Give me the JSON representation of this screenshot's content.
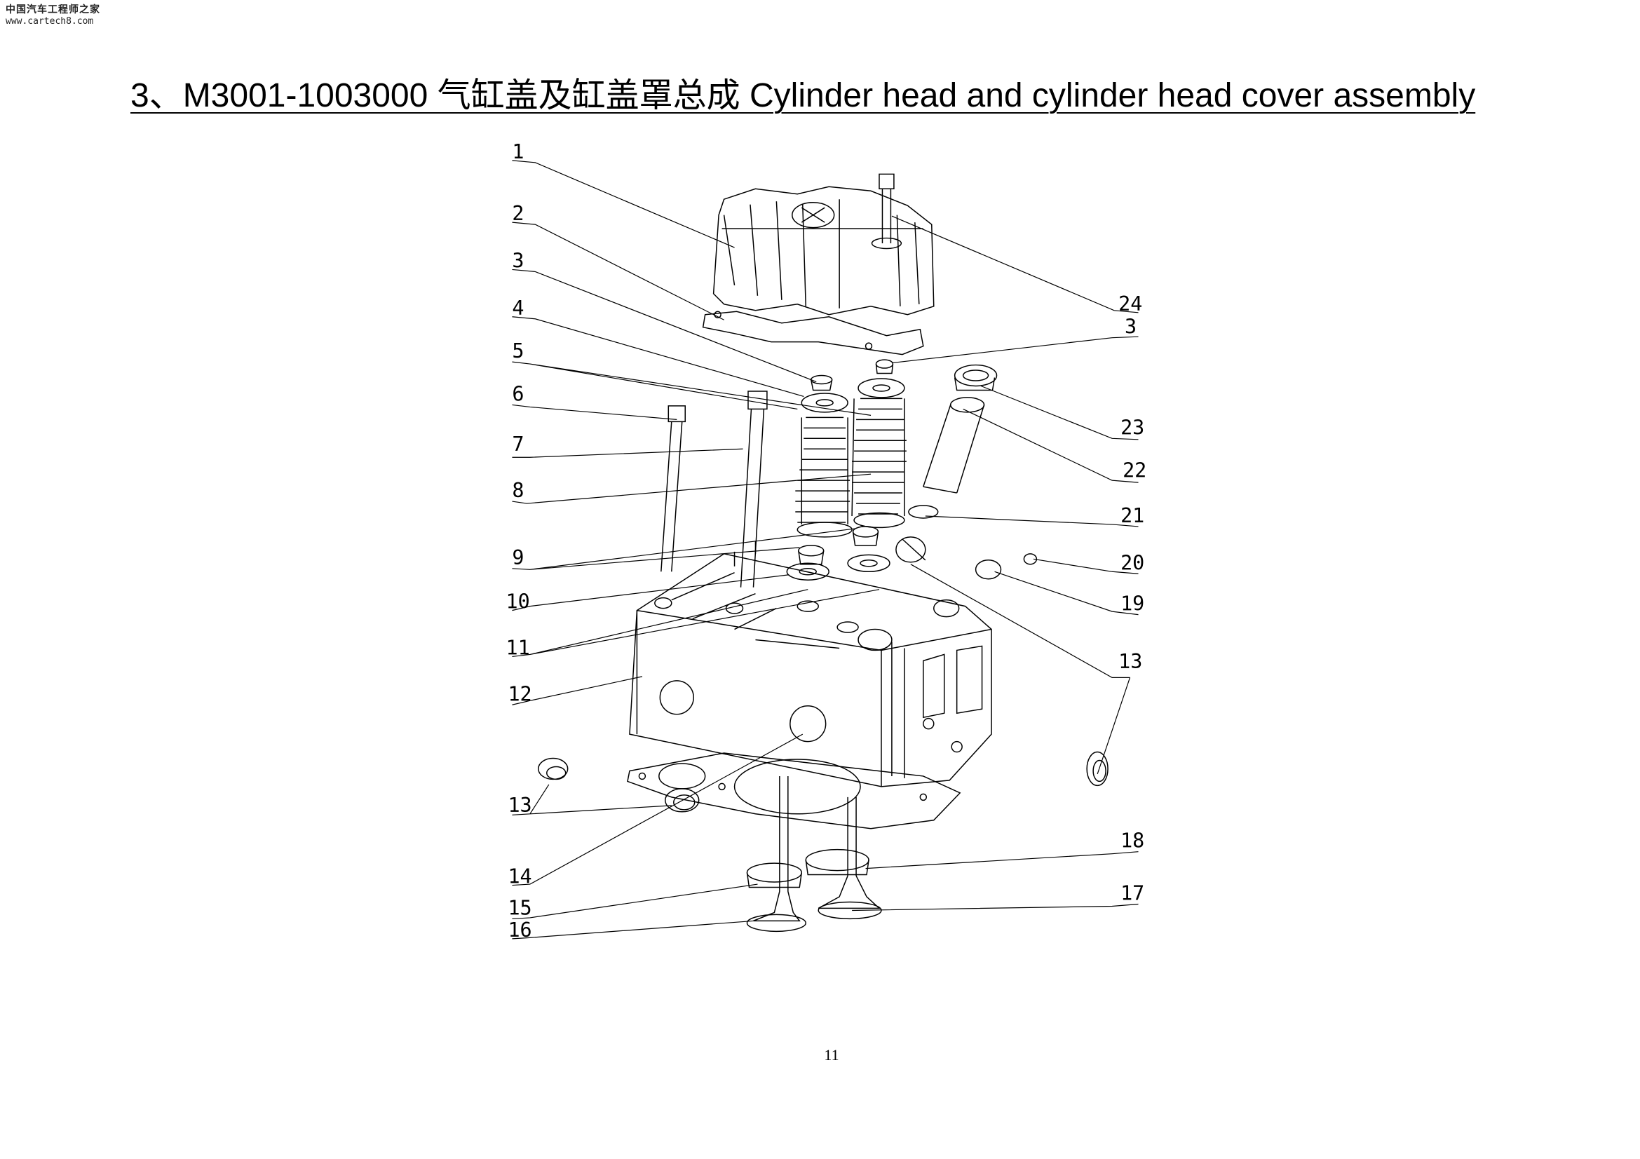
{
  "watermark": {
    "site_name": "中国汽车工程师之家",
    "url": "www.cartech8.com"
  },
  "title": "3、M3001-1003000 气缸盖及缸盖罩总成 Cylinder head and cylinder head cover assembly",
  "callouts": [
    "1",
    "2",
    "3",
    "4",
    "5",
    "6",
    "7",
    "8",
    "9",
    "10",
    "11",
    "12",
    "13",
    "13",
    "14",
    "15",
    "16",
    "24",
    "3",
    "23",
    "22",
    "21",
    "20",
    "19",
    "13",
    "18",
    "17"
  ],
  "page_number": "11"
}
